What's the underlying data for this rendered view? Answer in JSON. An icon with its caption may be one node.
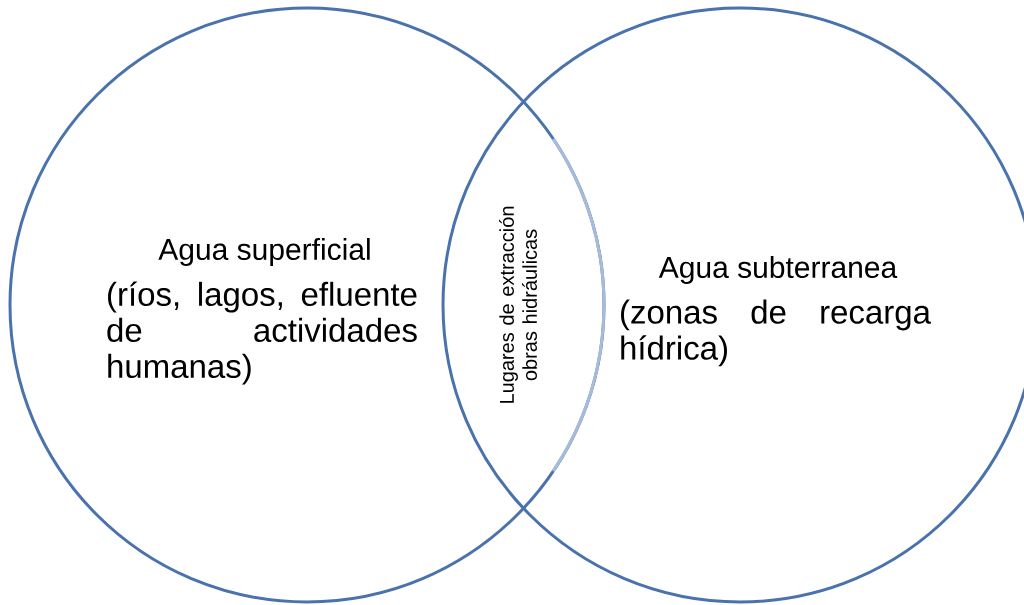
{
  "diagram": {
    "nodes": [
      {
        "text": [
          "Agua superficial",
          "(ríos, lagos, efluente de actividades humanas)"
        ]
      },
      {
        "text": [
          "Agua subterranea",
          "(zonas de recarga hídrica)"
        ]
      },
      {
        "text": [
          "Lugares de extracción obras hidráulicas"
        ]
      }
    ]
  }
}
